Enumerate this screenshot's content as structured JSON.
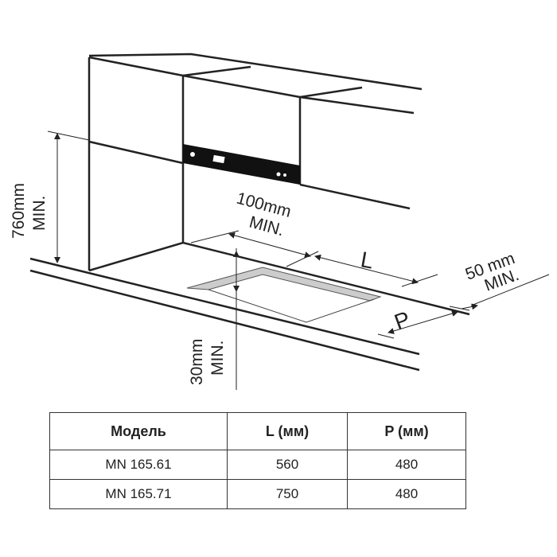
{
  "diagram": {
    "labels": {
      "height_min": "760mm",
      "height_min_suffix": "MIN.",
      "back_min": "100mm",
      "back_min_suffix": "MIN.",
      "length": "L",
      "side_min": "50 mm",
      "side_min_suffix": "MIN.",
      "depth": "P",
      "front_min": "30mm",
      "front_min_suffix": "MIN."
    }
  },
  "table": {
    "headers": [
      "Модель",
      "L (мм)",
      "P (мм)"
    ],
    "rows": [
      [
        "MN 165.61",
        "560",
        "480"
      ],
      [
        "MN 165.71",
        "750",
        "480"
      ]
    ]
  }
}
